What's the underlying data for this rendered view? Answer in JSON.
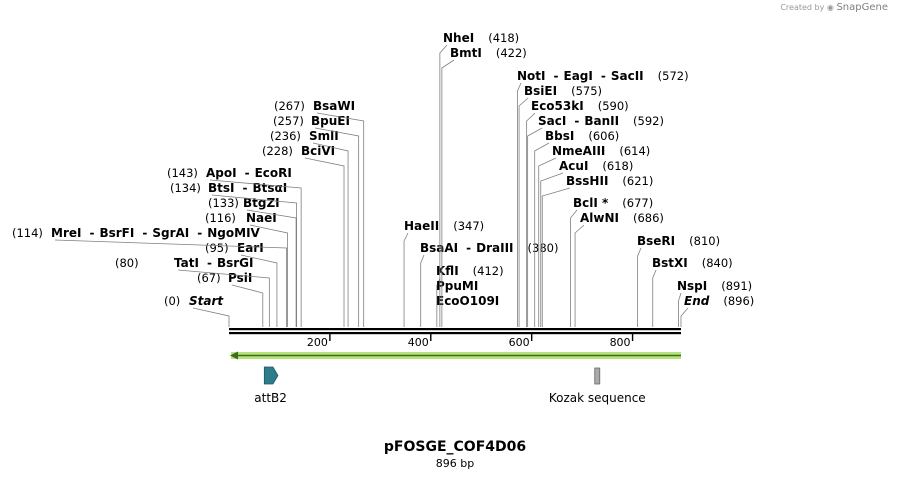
{
  "credit": {
    "prefix": "Created by",
    "brand": "SnapGene"
  },
  "plasmid": {
    "name": "pFOSGE_COF4D06",
    "length_label": "896 bp",
    "length": 896
  },
  "ruler": {
    "ticks": [
      {
        "value": 200,
        "label": "200"
      },
      {
        "value": 400,
        "label": "400"
      },
      {
        "value": 600,
        "label": "600"
      },
      {
        "value": 800,
        "label": "800"
      }
    ]
  },
  "sites": [
    {
      "id": "start",
      "pos": 0,
      "label": "(0)",
      "names": [
        "Start"
      ],
      "italic": true
    },
    {
      "id": "psii",
      "pos": 67,
      "label": "(67)",
      "names": [
        "PsiI"
      ]
    },
    {
      "id": "tati",
      "pos": 80,
      "label": "(80)",
      "names": [
        "TatI",
        "BsrGI"
      ]
    },
    {
      "id": "eari",
      "pos": 95,
      "label": "(95)",
      "names": [
        "EarI"
      ]
    },
    {
      "id": "mrei",
      "pos": 114,
      "label": "(114)",
      "names": [
        "MreI",
        "BsrFI",
        "SgrAI",
        "NgoMIV"
      ]
    },
    {
      "id": "naei",
      "pos": 116,
      "label": "(116)",
      "names": [
        "NaeI"
      ]
    },
    {
      "id": "btgzi",
      "pos": 133,
      "label": "(133)",
      "names": [
        "BtgZI"
      ]
    },
    {
      "id": "btsi",
      "pos": 134,
      "label": "(134)",
      "names": [
        "BtsI",
        "BtsαI"
      ]
    },
    {
      "id": "apoi",
      "pos": 143,
      "label": "(143)",
      "names": [
        "ApoI",
        "EcoRI"
      ]
    },
    {
      "id": "bcivi",
      "pos": 228,
      "label": "(228)",
      "names": [
        "BciVI"
      ]
    },
    {
      "id": "smli",
      "pos": 236,
      "label": "(236)",
      "names": [
        "SmlI"
      ]
    },
    {
      "id": "bpuei",
      "pos": 257,
      "label": "(257)",
      "names": [
        "BpuEI"
      ]
    },
    {
      "id": "bsawi",
      "pos": 267,
      "label": "(267)",
      "names": [
        "BsaWI"
      ]
    },
    {
      "id": "haeii",
      "pos": 347,
      "label": "(347)",
      "names": [
        "HaeII"
      ]
    },
    {
      "id": "bsaai",
      "pos": 380,
      "label": "(380)",
      "names": [
        "BsaAI",
        "DraIII"
      ]
    },
    {
      "id": "kfli",
      "pos": 412,
      "label": "(412)",
      "names": [
        "KflI"
      ]
    },
    {
      "id": "ppumi",
      "pos": 412,
      "label": "",
      "names": [
        "PpuMI"
      ]
    },
    {
      "id": "eco109",
      "pos": 412,
      "label": "",
      "names": [
        "EcoO109I"
      ]
    },
    {
      "id": "nhei",
      "pos": 418,
      "label": "(418)",
      "names": [
        "NheI"
      ]
    },
    {
      "id": "bmti",
      "pos": 422,
      "label": "(422)",
      "names": [
        "BmtI"
      ]
    },
    {
      "id": "noti",
      "pos": 572,
      "label": "(572)",
      "names": [
        "NotI",
        "EagI",
        "SacII"
      ]
    },
    {
      "id": "bsiei",
      "pos": 575,
      "label": "(575)",
      "names": [
        "BsiEI"
      ]
    },
    {
      "id": "eco53",
      "pos": 590,
      "label": "(590)",
      "names": [
        "Eco53kI"
      ]
    },
    {
      "id": "saci",
      "pos": 592,
      "label": "(592)",
      "names": [
        "SacI",
        "BanII"
      ]
    },
    {
      "id": "bbsi",
      "pos": 606,
      "label": "(606)",
      "names": [
        "BbsI"
      ]
    },
    {
      "id": "nmeaiii",
      "pos": 614,
      "label": "(614)",
      "names": [
        "NmeAIII"
      ]
    },
    {
      "id": "acui",
      "pos": 618,
      "label": "(618)",
      "names": [
        "AcuI"
      ]
    },
    {
      "id": "bsshii",
      "pos": 621,
      "label": "(621)",
      "names": [
        "BssHII"
      ]
    },
    {
      "id": "bcli",
      "pos": 677,
      "label": "(677)",
      "names": [
        "BclI *"
      ]
    },
    {
      "id": "alwni",
      "pos": 686,
      "label": "(686)",
      "names": [
        "AlwNI"
      ]
    },
    {
      "id": "bseri",
      "pos": 810,
      "label": "(810)",
      "names": [
        "BseRI"
      ]
    },
    {
      "id": "bstxi",
      "pos": 840,
      "label": "(840)",
      "names": [
        "BstXI"
      ]
    },
    {
      "id": "nspi",
      "pos": 891,
      "label": "(891)",
      "names": [
        "NspI"
      ]
    },
    {
      "id": "end",
      "pos": 896,
      "label": "(896)",
      "names": [
        "End"
      ],
      "italic": true
    }
  ],
  "features": [
    {
      "name": "attB2",
      "start": 70,
      "end": 95,
      "color": "#2e7d8c",
      "shape": "arrow"
    },
    {
      "name": "Kozak sequence",
      "start": 725,
      "end": 735,
      "color": "#a9a9a9",
      "shape": "box"
    }
  ],
  "orf": {
    "direction": "reverse",
    "start": 0,
    "end": 896,
    "color": "#b5e27a",
    "arrow_color": "#3d6b1f"
  },
  "colors": {
    "line": "#000000",
    "leader": "#7f7f7f"
  }
}
